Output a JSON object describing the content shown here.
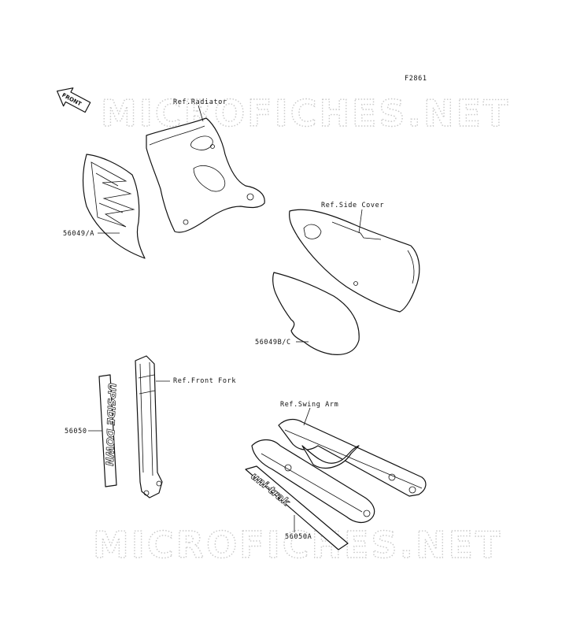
{
  "figure": {
    "code": "F2861"
  },
  "direction": {
    "label": "FRONT"
  },
  "watermark": {
    "text": "MICROFICHES.NET"
  },
  "callouts": {
    "radiator": "Ref.Radiator",
    "side_cover": "Ref.Side Cover",
    "front_fork": "Ref.Front Fork",
    "swing_arm": "Ref.Swing Arm"
  },
  "part_numbers": {
    "p56049a": "56049/A",
    "p56049bc": "56049B/C",
    "p56050": "56050",
    "p56050a": "56050A"
  },
  "decals": {
    "fork_decal": "UPSIDE DOWN",
    "swingarm_decal": "uni-trak"
  }
}
